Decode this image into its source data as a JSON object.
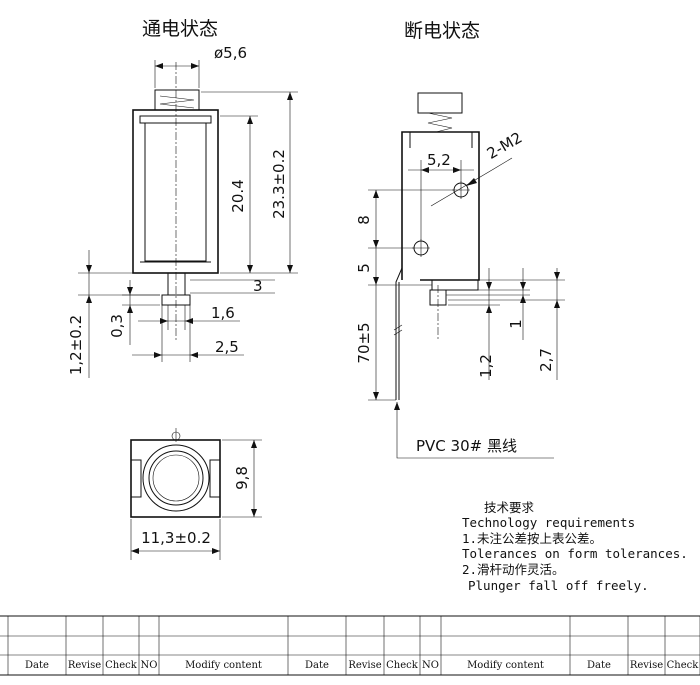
{
  "titles": {
    "energized": "通电状态",
    "deenergized": "断电状态"
  },
  "dimensions": {
    "diameter": "ø5,6",
    "body_height": "20.4",
    "total_height": "23.3±0.2",
    "dim_3": "3",
    "dim_1_2_tol": "1,2±0.2",
    "dim_0_3": "0,3",
    "dim_1_6": "1,6",
    "dim_2_5": "2,5",
    "dim_5_2": "5,2",
    "thread": "2-M2",
    "dim_8": "8",
    "dim_5": "5",
    "wire_length": "70±5",
    "dim_1": "1",
    "dim_1_2": "1,2",
    "dim_2_7": "2,7",
    "bottom_height": "9,8",
    "bottom_width": "11,3±0.2"
  },
  "wire_label": "PVC 30#  黑线",
  "notes": {
    "title_cn": "技术要求",
    "title_en": "Technology  requirements",
    "line1_cn": "1.未注公差按上表公差。",
    "line1_en": "Tolerances on form tolerances.",
    "line2_cn": "2.滑杆动作灵活。",
    "line2_en": "Plunger fall off freely."
  },
  "revision_table": {
    "headers": [
      "Date",
      "Revise",
      "Check",
      "NO",
      "Modify content",
      "Date",
      "Revise",
      "Check",
      "NO",
      "Modify content",
      "Date",
      "Revise",
      "Check"
    ]
  }
}
